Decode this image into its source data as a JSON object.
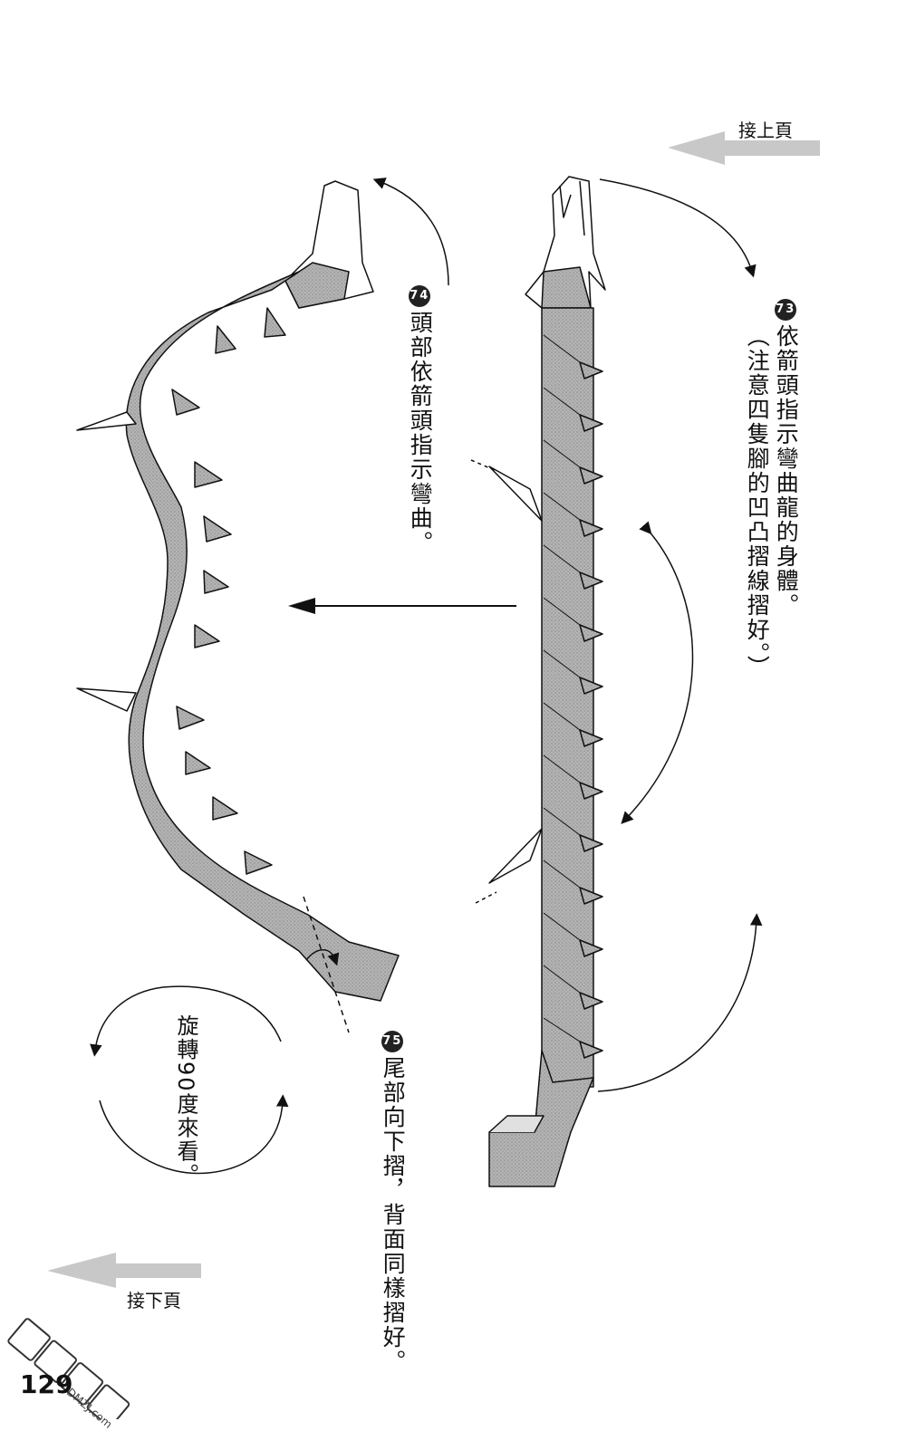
{
  "nav": {
    "continue_from": "接上頁",
    "continue_to": "接下頁"
  },
  "steps": [
    {
      "num": "73",
      "text": "依箭頭指示彎曲龍的身體。",
      "note": "（注意四隻腳的凹凸摺線摺好。）"
    },
    {
      "num": "74",
      "text": "頭部依箭頭指示彎曲。"
    },
    {
      "num": "75",
      "text": "尾部向下摺，背面同樣摺好。"
    }
  ],
  "rotate_note": "旋轉90度來看。",
  "page_number": "129",
  "watermark": "DMZJ.com",
  "colors": {
    "fill": "#aaaaaa",
    "fill_light": "#d9d9d9",
    "ink": "#111111",
    "arrow_gray": "#c8c8c8"
  }
}
